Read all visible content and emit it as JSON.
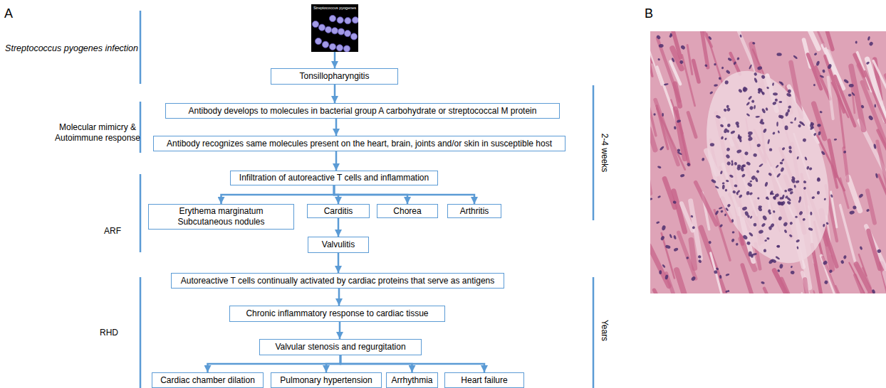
{
  "diagram": {
    "nodes": [
      {
        "text": [
          "Streptococcus pyogenes"
        ]
      },
      {
        "text": [
          "Tonsillopharyngitis"
        ]
      },
      {
        "text": [
          "Antibody develops to molecules in bacterial group A carbohydrate or streptococcal M protein"
        ]
      },
      {
        "text": [
          "Antibody recognizes same molecules present on the heart, brain, joints and/or skin in susceptible host"
        ]
      },
      {
        "text": [
          "Infiltration of autoreactive T cells and inflammation"
        ]
      },
      {
        "text": [
          "Erythema marginatum Subcutaneous nodules"
        ]
      },
      {
        "text": [
          "Carditis"
        ]
      },
      {
        "text": [
          "Chorea"
        ]
      },
      {
        "text": [
          "Arthritis"
        ]
      },
      {
        "text": [
          "Valvulitis"
        ]
      },
      {
        "text": [
          "Autoreactive T cells continually activated by cardiac proteins that serve as antigens"
        ]
      },
      {
        "text": [
          "Chronic inflammatory response to cardiac tissue"
        ]
      },
      {
        "text": [
          "Valvular stenosis and regurgitation"
        ]
      },
      {
        "text": [
          "Cardiac chamber dilation"
        ]
      },
      {
        "text": [
          "Pulmonary hypertension"
        ]
      },
      {
        "text": [
          "Arrhythmia"
        ]
      },
      {
        "text": [
          "Heart failure"
        ]
      }
    ],
    "edges": [
      {
        "from": 0,
        "to": 1,
        "arrow": "to"
      },
      {
        "from": 1,
        "to": 2,
        "arrow": "to"
      },
      {
        "from": 2,
        "to": 3,
        "arrow": "to"
      },
      {
        "from": 3,
        "to": 4,
        "arrow": "to"
      },
      {
        "from": 4,
        "to": 5,
        "arrow": "to"
      },
      {
        "from": 4,
        "to": 6,
        "arrow": "to"
      },
      {
        "from": 4,
        "to": 7,
        "arrow": "to"
      },
      {
        "from": 4,
        "to": 8,
        "arrow": "to"
      },
      {
        "from": 6,
        "to": 9,
        "arrow": "to"
      },
      {
        "from": 9,
        "to": 10,
        "arrow": "to"
      },
      {
        "from": 10,
        "to": 11,
        "arrow": "to"
      },
      {
        "from": 11,
        "to": 12,
        "arrow": "to"
      },
      {
        "from": 12,
        "to": 13,
        "arrow": "to"
      },
      {
        "from": 12,
        "to": 14,
        "arrow": "to"
      },
      {
        "from": 12,
        "to": 15,
        "arrow": "to"
      },
      {
        "from": 12,
        "to": 16,
        "arrow": "to"
      }
    ],
    "labels": [
      "A",
      "Streptococcus pyogenes infection",
      "Molecular mimicry & Autoimmune response",
      "ARF",
      "RHD",
      "2-4 weeks",
      "Years",
      "B"
    ]
  }
}
